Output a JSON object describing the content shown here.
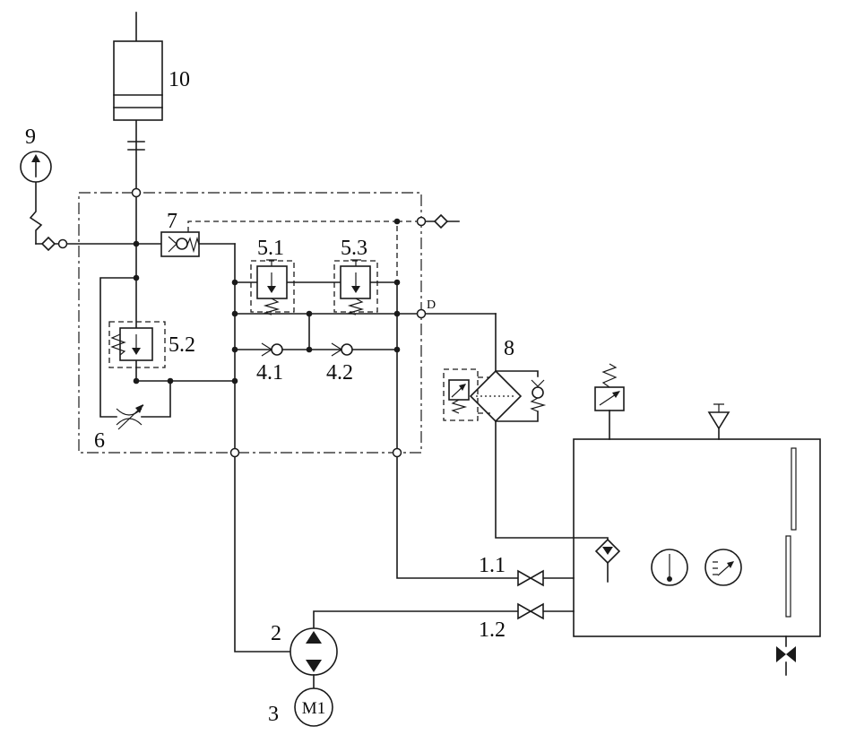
{
  "diagram": {
    "background": "#ffffff",
    "line_color": "#1a1a1a",
    "labels": {
      "cylinder": "10",
      "pressure_gauge": "9",
      "pilot_check_valve": "7",
      "relief_valve_a": "5.1",
      "relief_valve_b": "5.2",
      "relief_valve_c": "5.3",
      "check_valve_a": "4.1",
      "check_valve_b": "4.2",
      "throttle_valve": "6",
      "return_filter": "8",
      "shutoff_valve_a": "1.1",
      "shutoff_valve_b": "1.2",
      "pump": "2",
      "motor": "3",
      "motor_designation": "M1",
      "gauge_port": "D"
    }
  }
}
